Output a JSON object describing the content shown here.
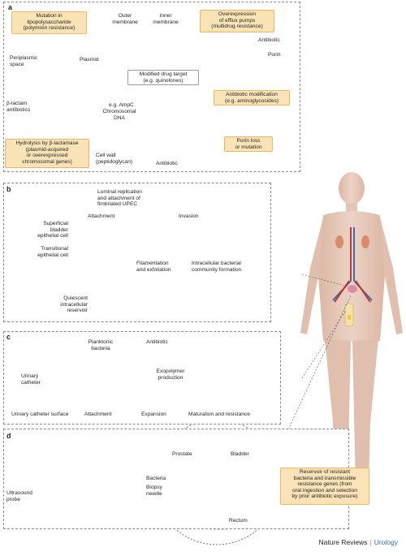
{
  "panels": {
    "a": {
      "label": "a",
      "outer_membrane": "Outer\nmembrane",
      "inner_membrane": "Inner\nmembrane",
      "lps_mutation": "Mutation in\nlipopolysaccharide\n(polymixin resistance)",
      "efflux": "Overexpression\nof efflux pumps\n(multidrug resistance)",
      "antibiotic_right": "Antibiotic",
      "porin": "Porin",
      "periplasmic": "Periplasmic\nspace",
      "plasmid": "Plasmid",
      "modified_target": "Modified drug target\n(e.g. quinolones)",
      "antibiotic_mod": "Antibiotic modification\n(e.g. aminoglycosides)",
      "beta_lactam": "β-lactam\nantibiotics",
      "ampc": "e.g. AmpC",
      "chromosomal": "Chromosomal\nDNA",
      "hydrolysis": "Hydrolysis by β-lactamase\n(plasmid-acquired\nor overexpressed\nchromosomal genes)",
      "cell_wall": "Cell wall\n(peptidoglycan)",
      "antibiotic_bottom": "Antibiotic",
      "porin_loss": "Porin loss\nor mutation"
    },
    "b": {
      "label": "b",
      "luminal": "Luminal replication\nand attachment of\nfimbriated UPEC",
      "attachment": "Attachment",
      "invasion": "Invasion",
      "superficial": "Superficial\nbladder\nepithelial cell",
      "transitional": "Transitional\nepithelial cell",
      "filamentation": "Filamentation\nand exfoliation",
      "ibc": "Intracellular bacterial\ncommunity formation",
      "quiescent": "Quiescent\nintracellular\nreservoir"
    },
    "c": {
      "label": "c",
      "antibiotic": "Antibiotic",
      "urinary_catheter": "Urinary\ncatheter",
      "planktonic": "Planktonic\nbacteria",
      "exopolymer": "Exopolymer\nproduction",
      "surface": "Urinary catheter surface",
      "attachment": "Attachment",
      "expansion": "Expansion",
      "maturation": "Maturation and resistance"
    },
    "d": {
      "label": "d",
      "prostate": "Prostate",
      "bladder": "Bladder",
      "bacteria": "Bacteria",
      "biopsy": "Biopsy\nneedle",
      "ultrasound": "Ultrasound\nprobe",
      "rectum": "Rectum",
      "reservoir": "Reservoir of resistant\nbacteria and transmissible\nresistance genes (from\noral ingestion and selection\nby prior antibiotic exposure)"
    }
  },
  "credit": {
    "journal": "Nature Reviews",
    "separator": "|",
    "subject": "Urology"
  },
  "colors": {
    "orange_box": "#fbe3b8",
    "bacterium_blue": "#3d9bd1",
    "antibiotic_red": "#c0392b",
    "epithelial_pink": "#e8a0b8",
    "skin": "#e8c7b5"
  }
}
